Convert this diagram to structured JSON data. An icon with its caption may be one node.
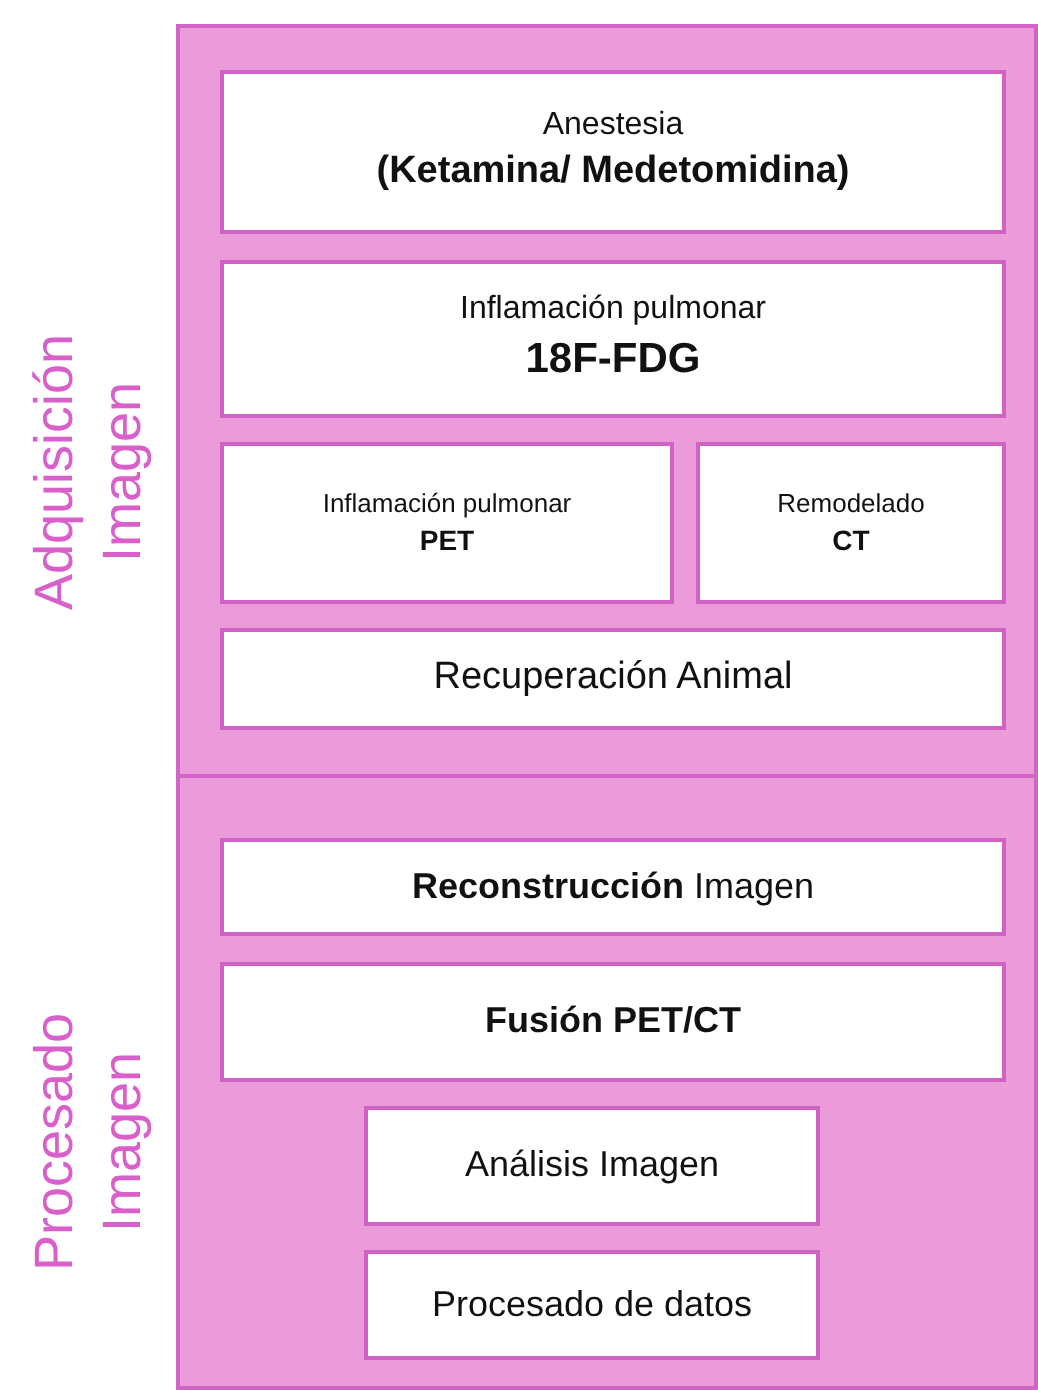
{
  "diagram": {
    "nodes": [
      {
        "text": [
          "Adquisición Imagen"
        ]
      },
      {
        "text": [
          "Anestesia",
          "(Ketamina/ Medetomidina)"
        ],
        "in": 0
      },
      {
        "text": [
          "Inflamación pulmonar",
          "18F-FDG"
        ],
        "in": 0
      },
      {
        "text": [
          "Inflamación pulmonar",
          "PET"
        ],
        "in": 0
      },
      {
        "text": [
          "Remodelado",
          "CT"
        ],
        "in": 0
      },
      {
        "text": [
          "Recuperación Animal"
        ],
        "in": 0
      },
      {
        "text": [
          "Procesado Imagen"
        ]
      },
      {
        "text": [
          "**Reconstrucción** Imagen"
        ],
        "in": 6
      },
      {
        "text": [
          "Fusión PET/CT"
        ],
        "in": 6
      },
      {
        "text": [
          "Análisis Imagen"
        ],
        "in": 6
      },
      {
        "text": [
          "Procesado de datos"
        ],
        "in": 6
      }
    ]
  }
}
